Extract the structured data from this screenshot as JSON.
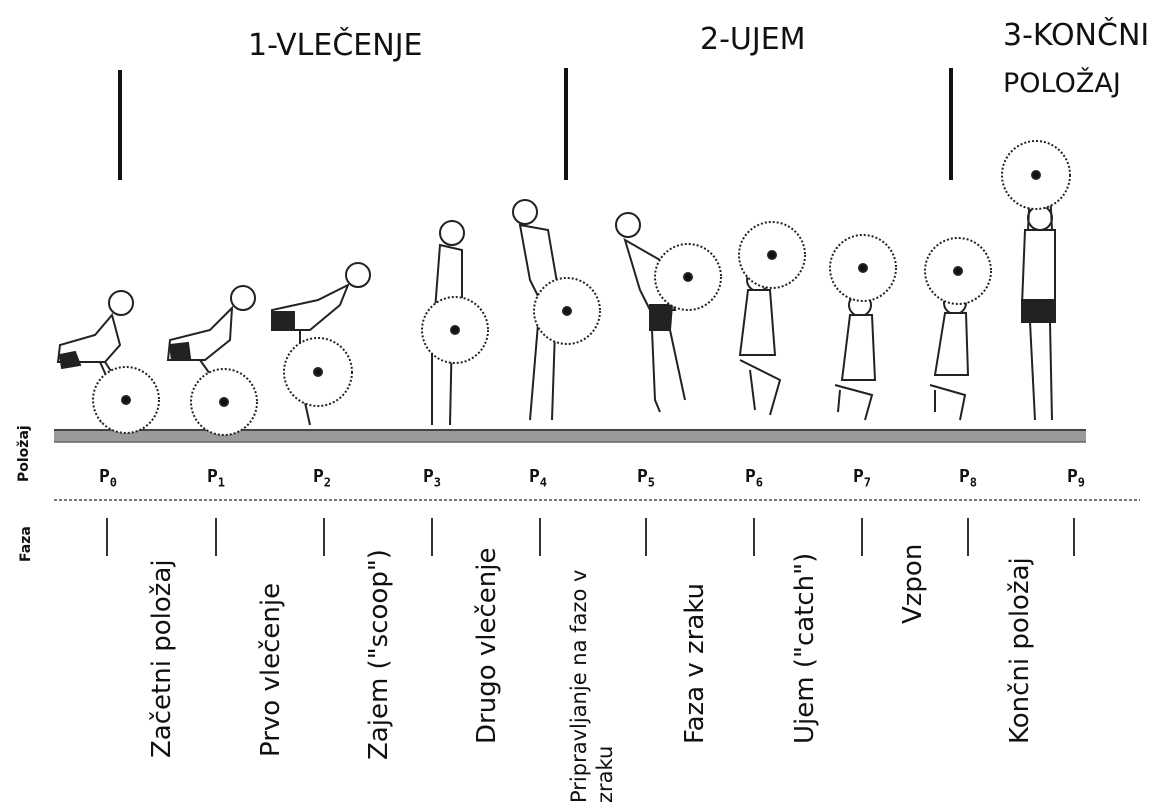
{
  "phases": [
    {
      "title": "1-VLEČENJE"
    },
    {
      "title": "2-UJEM"
    },
    {
      "title_line1": "3-KONČNI",
      "title_line2": "POLOŽAJ"
    }
  ],
  "row_labels": {
    "position": "Položaj",
    "phase": "Faza"
  },
  "positions": [
    {
      "p": "P",
      "n": "0"
    },
    {
      "p": "P",
      "n": "1"
    },
    {
      "p": "P",
      "n": "2"
    },
    {
      "p": "P",
      "n": "3"
    },
    {
      "p": "P",
      "n": "4"
    },
    {
      "p": "P",
      "n": "5"
    },
    {
      "p": "P",
      "n": "6"
    },
    {
      "p": "P",
      "n": "7"
    },
    {
      "p": "P",
      "n": "8"
    },
    {
      "p": "P",
      "n": "9"
    }
  ],
  "faze": [
    {
      "label": "Začetni položaj"
    },
    {
      "label": "Prvo vlečenje"
    },
    {
      "label": "Zajem (\"scoop\")"
    },
    {
      "label": "Drugo vlečenje"
    },
    {
      "label_line1": "Pripravljanje na fazo v",
      "label_line2": "zraku"
    },
    {
      "label": "Faza v zraku"
    },
    {
      "label": "Ujem (\"catch\")"
    },
    {
      "label": "Vzpon"
    },
    {
      "label": "Končni položaj"
    }
  ]
}
